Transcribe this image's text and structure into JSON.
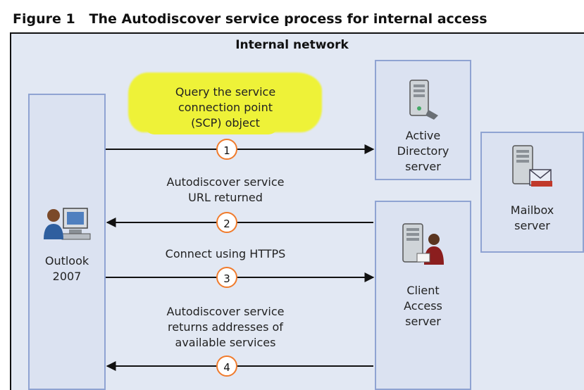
{
  "figure_title": "Figure 1   The Autodiscover service process for internal access",
  "network_title": "Internal network",
  "nodes": {
    "outlook": "Outlook\n2007",
    "active_directory": "Active\nDirectory\nserver",
    "mailbox": "Mailbox\nserver",
    "client_access": "Client\nAccess\nserver"
  },
  "steps": [
    {
      "number": "1",
      "label": "Query the service\nconnection point\n(SCP) object",
      "direction": "right"
    },
    {
      "number": "2",
      "label": "Autodiscover service\nURL returned",
      "direction": "left"
    },
    {
      "number": "3",
      "label": "Connect using HTTPS",
      "direction": "right"
    },
    {
      "number": "4",
      "label": "Autodiscover service\nreturns addresses of\navailable services",
      "direction": "left"
    }
  ],
  "colors": {
    "highlight": "#eef238",
    "step_circle": "#f07b2c",
    "box_border": "#8fa3d2",
    "background": "#e2e8f3"
  },
  "icons": [
    "server-icon",
    "user-computer-icon",
    "mailbox-server-icon",
    "client-access-server-icon"
  ]
}
